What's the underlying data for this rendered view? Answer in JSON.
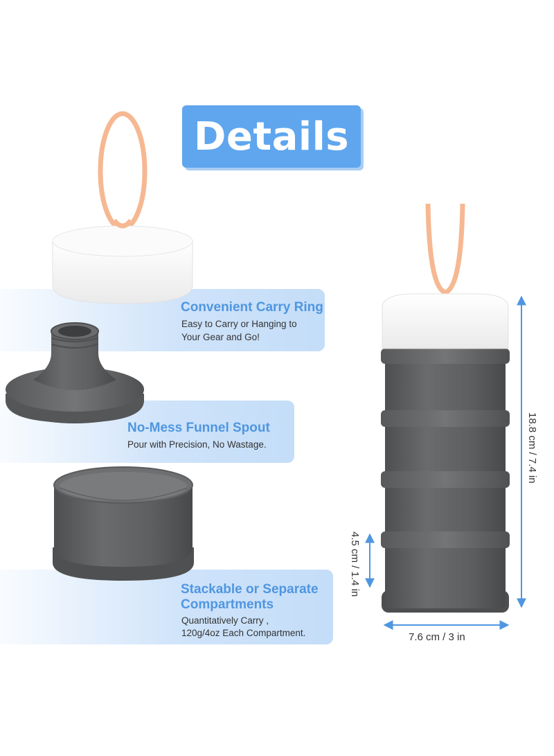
{
  "title": "Details",
  "features": [
    {
      "title": "Convenient Carry Ring",
      "desc_line1": "Easy to Carry or Hanging to",
      "desc_line2": "Your Gear and Go!"
    },
    {
      "title": "No-Mess Funnel Spout",
      "desc_line1": "Pour with Precision, No Wastage.",
      "desc_line2": ""
    },
    {
      "title_line1": "Stackable or Separate",
      "title_line2": "Compartments",
      "desc_line1": "Quantitatively Carry ,",
      "desc_line2": "120g/4oz Each Compartment."
    }
  ],
  "dimensions": {
    "height": "18.8 cm / 7.4 in",
    "compartment_height": "4.5 cm / 1.4 in",
    "width": "7.6 cm / 3 in"
  },
  "colors": {
    "accent": "#5fa6ee",
    "feature_title": "#4f96e0",
    "body_gray": "#5f6062",
    "lid_white": "#f4f4f4",
    "ring_peach": "#f6b892",
    "arrow": "#4f96e0"
  }
}
